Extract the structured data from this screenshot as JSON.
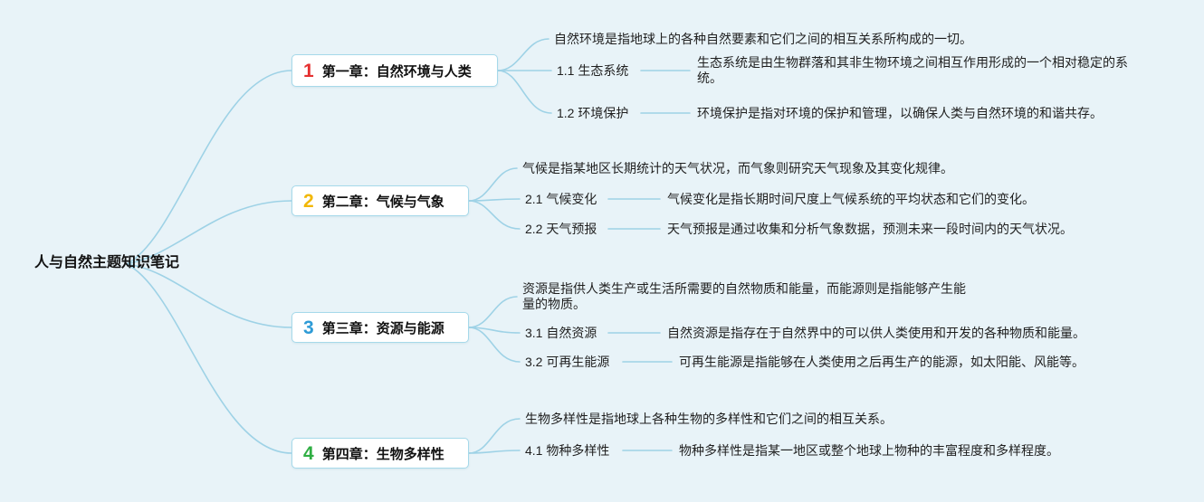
{
  "root": {
    "label": "人与自然主题知识笔记"
  },
  "theme": {
    "background": "#e8f3f8",
    "line_color": "#9ed2e6",
    "box_border": "#a6d9ea",
    "box_background": "#ffffff",
    "text_color": "#1f1f1f"
  },
  "chapters": [
    {
      "number": "1",
      "number_color": "#e53030",
      "title": "第一章：自然环境与人类",
      "description": "自然环境是指地球上的各种自然要素和它们之间的相互关系所构成的一切。",
      "subtopics": [
        {
          "label": "1.1 生态系统",
          "description": "生态系统是由生物群落和其非生物环境之间相互作用形成的一个相对稳定的系统。"
        },
        {
          "label": "1.2 环境保护",
          "description": "环境保护是指对环境的保护和管理，以确保人类与自然环境的和谐共存。"
        }
      ]
    },
    {
      "number": "2",
      "number_color": "#f2b705",
      "title": "第二章：气候与气象",
      "description": "气候是指某地区长期统计的天气状况，而气象则研究天气现象及其变化规律。",
      "subtopics": [
        {
          "label": "2.1 气候变化",
          "description": "气候变化是指长期时间尺度上气候系统的平均状态和它们的变化。"
        },
        {
          "label": "2.2 天气预报",
          "description": "天气预报是通过收集和分析气象数据，预测未来一段时间内的天气状况。"
        }
      ]
    },
    {
      "number": "3",
      "number_color": "#2e9bd6",
      "title": "第三章：资源与能源",
      "description": "资源是指供人类生产或生活所需要的自然物质和能量，而能源则是指能够产生能量的物质。",
      "subtopics": [
        {
          "label": "3.1 自然资源",
          "description": "自然资源是指存在于自然界中的可以供人类使用和开发的各种物质和能量。"
        },
        {
          "label": "3.2 可再生能源",
          "description": "可再生能源是指能够在人类使用之后再生产的能源，如太阳能、风能等。"
        }
      ]
    },
    {
      "number": "4",
      "number_color": "#2fae43",
      "title": "第四章：生物多样性",
      "description": "生物多样性是指地球上各种生物的多样性和它们之间的相互关系。",
      "subtopics": [
        {
          "label": "4.1 物种多样性",
          "description": "物种多样性是指某一地区或整个地球上物种的丰富程度和多样程度。"
        }
      ]
    }
  ]
}
